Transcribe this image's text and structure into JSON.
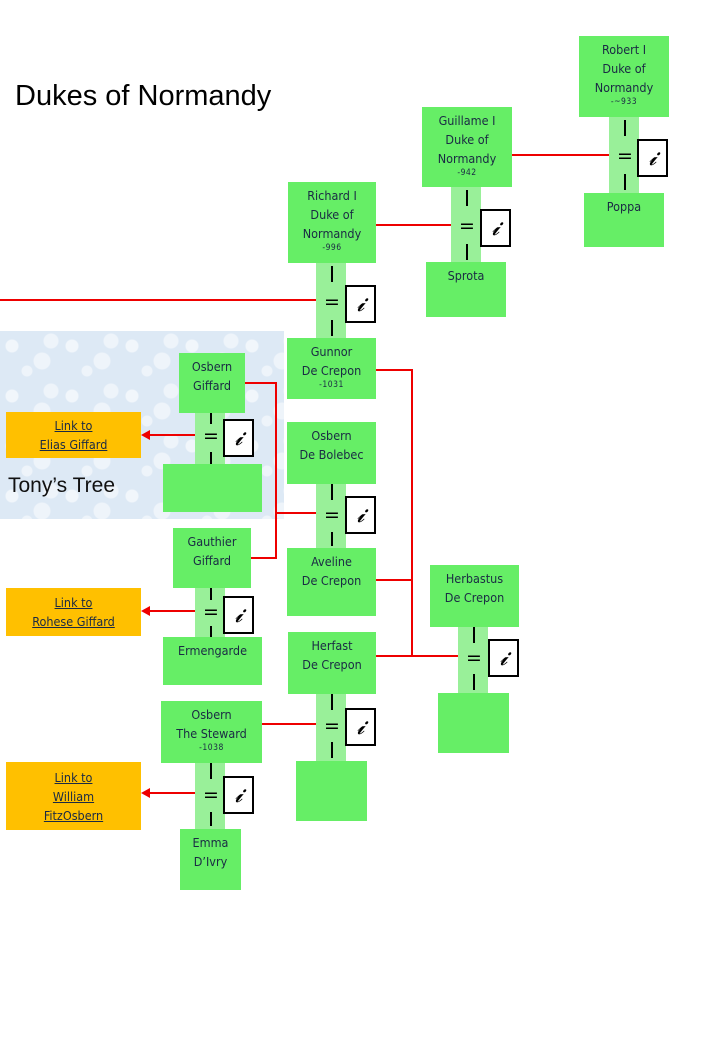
{
  "title": "Dukes of Normandy",
  "tree_label": "Tony’s Tree",
  "marriage_symbol": "=",
  "marriage_icon": "𝓲",
  "people": {
    "robert": {
      "line1": "Robert I",
      "line2": "Duke of",
      "line3": "Normandy",
      "date": "-~933"
    },
    "poppa": {
      "line1": "Poppa"
    },
    "guillame": {
      "line1": "Guillame I",
      "line2": "Duke of",
      "line3": "Normandy",
      "date": "-942"
    },
    "sprota": {
      "line1": "Sprota"
    },
    "richard": {
      "line1": "Richard I",
      "line2": "Duke of",
      "line3": "Normandy",
      "date": "-996"
    },
    "gunnor": {
      "line1": "Gunnor",
      "line2": "De Crepon",
      "date": "-1031"
    },
    "osbern_giffard": {
      "line1": "Osbern",
      "line2": "Giffard"
    },
    "osbern_bolebec": {
      "line1": "Osbern",
      "line2": "De Bolebec"
    },
    "gauthier": {
      "line1": "Gauthier",
      "line2": "Giffard"
    },
    "aveline": {
      "line1": "Aveline",
      "line2": "De Crepon"
    },
    "herbastus": {
      "line1": "Herbastus",
      "line2": "De Crepon"
    },
    "ermengarde": {
      "line1": "Ermengarde"
    },
    "herfast": {
      "line1": "Herfast",
      "line2": "De Crepon"
    },
    "osbern_steward": {
      "line1": "Osbern",
      "line2": "The Steward",
      "date": "-1038"
    },
    "emma": {
      "line1": "Emma",
      "line2": "D’Ivry"
    }
  },
  "links": {
    "elias": {
      "line1": "Link to",
      "line2": "Elias Giffard"
    },
    "rohese": {
      "line1": "Link to",
      "line2": "Rohese Giffard"
    },
    "william": {
      "line1": "Link to",
      "line2": "William",
      "line3": "FitzOsbern"
    }
  },
  "colors": {
    "person_box": "#66ee66",
    "marriage_strip": "#99f099",
    "link_box": "#ffc000",
    "connector": "#ee0000"
  }
}
